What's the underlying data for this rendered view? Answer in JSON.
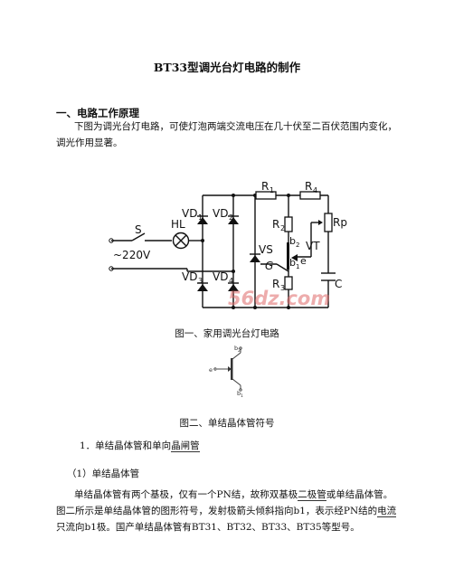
{
  "title": "BT33型调光台灯电路的制作",
  "section1": {
    "heading": "一、电路工作原理",
    "para": "下图为调光台灯电路，可使灯泡两端交流电压在几十伏至二百伏范围内变化，调光作用显著。"
  },
  "figure1": {
    "caption": "图一、家用调光台灯电路",
    "labels": {
      "s": "S",
      "hl": "HL",
      "vd1": "VD",
      "vd1_sub": "1",
      "vd2": "VD",
      "vd2_sub": "2",
      "vd3": "VD",
      "vd3_sub": "3",
      "vd4": "VD",
      "vd4_sub": "4",
      "voltage": "~220V",
      "r1": "R",
      "r1_sub": "1",
      "r2": "R",
      "r2_sub": "2",
      "r3": "R",
      "r3_sub": "3",
      "r4": "R",
      "r4_sub": "4",
      "rp": "Rp",
      "vs": "VS",
      "g": "G",
      "vt": "VT",
      "b2": "b",
      "b2_sub": "2",
      "b1": "b",
      "b1_sub": "1",
      "e": "e",
      "c": "C",
      "watermark": "56dz.com"
    }
  },
  "figure2": {
    "caption": "图二、单结晶体管符号",
    "labels": {
      "b2": "b",
      "b2_sub": "2",
      "e": "e",
      "b1": "b",
      "b1_sub": "1"
    }
  },
  "section2": {
    "heading_prefix": "1．单结晶体管和单向",
    "heading_link": "晶闸管",
    "sub_heading": "（1）单结晶体管",
    "para_a": "单结晶体管有两个基极，仅有一个PN结，故称双基极",
    "para_link1": "二极管",
    "para_b": "或单结晶体管。图二所示是单结晶体管的图形符号，发射极箭头倾斜指向b1，表示经PN结的",
    "para_link2": "电流",
    "para_c": "只流向b1极。国产单结晶体管有BT31、BT32、BT33、BT35等型号。"
  }
}
